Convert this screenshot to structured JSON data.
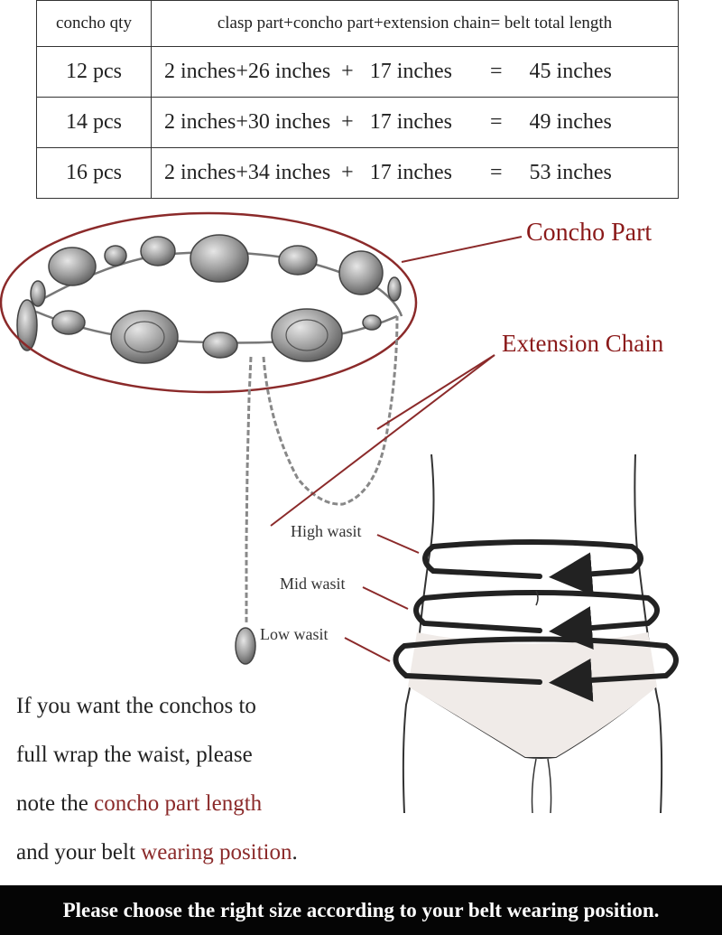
{
  "size_table": {
    "headers": [
      "concho qty",
      "clasp part+concho part+extension chain= belt total length"
    ],
    "rows": [
      {
        "qty": "12 pcs",
        "formula": "2 inches+26 inches  +   17 inches       =     45 inches"
      },
      {
        "qty": "14 pcs",
        "formula": "2 inches+30 inches  +   17 inches       =     49 inches"
      },
      {
        "qty": "16 pcs",
        "formula": "2 inches+34 inches  +   17 inches       =     53 inches"
      }
    ]
  },
  "callouts": {
    "concho_part": "Concho Part",
    "extension_chain": "Extension Chain"
  },
  "waist_positions": [
    "High wasit",
    "Mid wasit",
    "Low wasit"
  ],
  "note": {
    "line1": "If you want the conchos to",
    "line2": "full wrap the waist, please",
    "line3_prefix": "note the ",
    "line3_highlight": "concho part length",
    "line4_prefix": "and your belt ",
    "line4_highlight": "wearing position",
    "line4_suffix": "."
  },
  "footer_text": "Please choose the right size according to your belt wearing position.",
  "colors": {
    "accent_red": "#8b1a1a",
    "footer_bg": "#050505",
    "silver": "#a7a7a7"
  },
  "icons": [
    "concho-belt-image",
    "waist-figure-image",
    "wrap-arrow-icon"
  ]
}
